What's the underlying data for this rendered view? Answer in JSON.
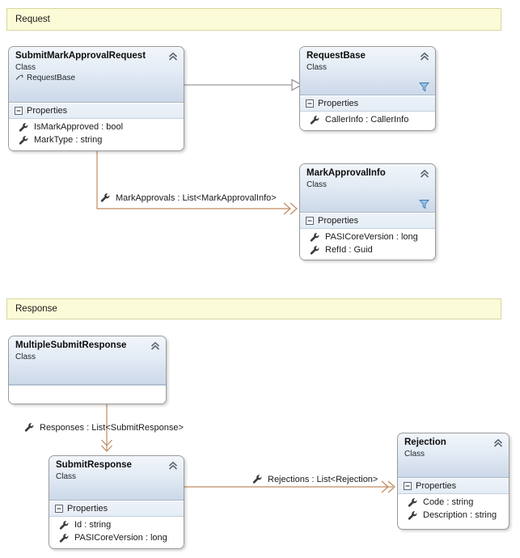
{
  "diagram": {
    "title": "Class Diagram",
    "colors": {
      "canvas": "#ffffff",
      "comment_fill": "#fbfbd7",
      "comment_border": "#d8d8a0",
      "class_border": "#9a9a9a",
      "header_gradient_top": "#f2f6fb",
      "header_gradient_bottom": "#ccd9e9",
      "association_line": "#c08a5e",
      "inheritance_line": "#808080",
      "filter_icon": "#5b9bd5"
    }
  },
  "sections": [
    {
      "id": "request",
      "label": "Request"
    },
    {
      "id": "response",
      "label": "Response"
    }
  ],
  "classes": [
    {
      "id": "submit-mark-approval-request",
      "name": "SubmitMarkApprovalRequest",
      "kind": "Class",
      "base": "RequestBase",
      "has_filter_icon": false,
      "compartment": "Properties",
      "members": [
        "IsMarkApproved : bool",
        "MarkType : string"
      ]
    },
    {
      "id": "request-base",
      "name": "RequestBase",
      "kind": "Class",
      "base": null,
      "has_filter_icon": true,
      "compartment": "Properties",
      "members": [
        "CallerInfo : CallerInfo"
      ]
    },
    {
      "id": "mark-approval-info",
      "name": "MarkApprovalInfo",
      "kind": "Class",
      "base": null,
      "has_filter_icon": true,
      "compartment": "Properties",
      "members": [
        "PASICoreVersion : long",
        "RefId : Guid"
      ]
    },
    {
      "id": "multiple-submit-response",
      "name": "MultipleSubmitResponse",
      "kind": "Class",
      "base": null,
      "has_filter_icon": false,
      "compartment": null,
      "members": []
    },
    {
      "id": "submit-response",
      "name": "SubmitResponse",
      "kind": "Class",
      "base": null,
      "has_filter_icon": false,
      "compartment": "Properties",
      "members": [
        "Id : string",
        "PASICoreVersion : long"
      ]
    },
    {
      "id": "rejection",
      "name": "Rejection",
      "kind": "Class",
      "base": null,
      "has_filter_icon": false,
      "compartment": "Properties",
      "members": [
        "Code : string",
        "Description : string"
      ]
    }
  ],
  "associations": [
    {
      "id": "mark-approvals",
      "label": "MarkApprovals : List<MarkApprovalInfo>",
      "from": "SubmitMarkApprovalRequest",
      "to": "MarkApprovalInfo"
    },
    {
      "id": "responses",
      "label": "Responses : List<SubmitResponse>",
      "from": "MultipleSubmitResponse",
      "to": "SubmitResponse"
    },
    {
      "id": "rejections",
      "label": "Rejections : List<Rejection>",
      "from": "SubmitResponse",
      "to": "Rejection"
    }
  ],
  "inheritances": [
    {
      "id": "submit-mark-approval-request-to-request-base",
      "from": "SubmitMarkApprovalRequest",
      "to": "RequestBase"
    }
  ]
}
